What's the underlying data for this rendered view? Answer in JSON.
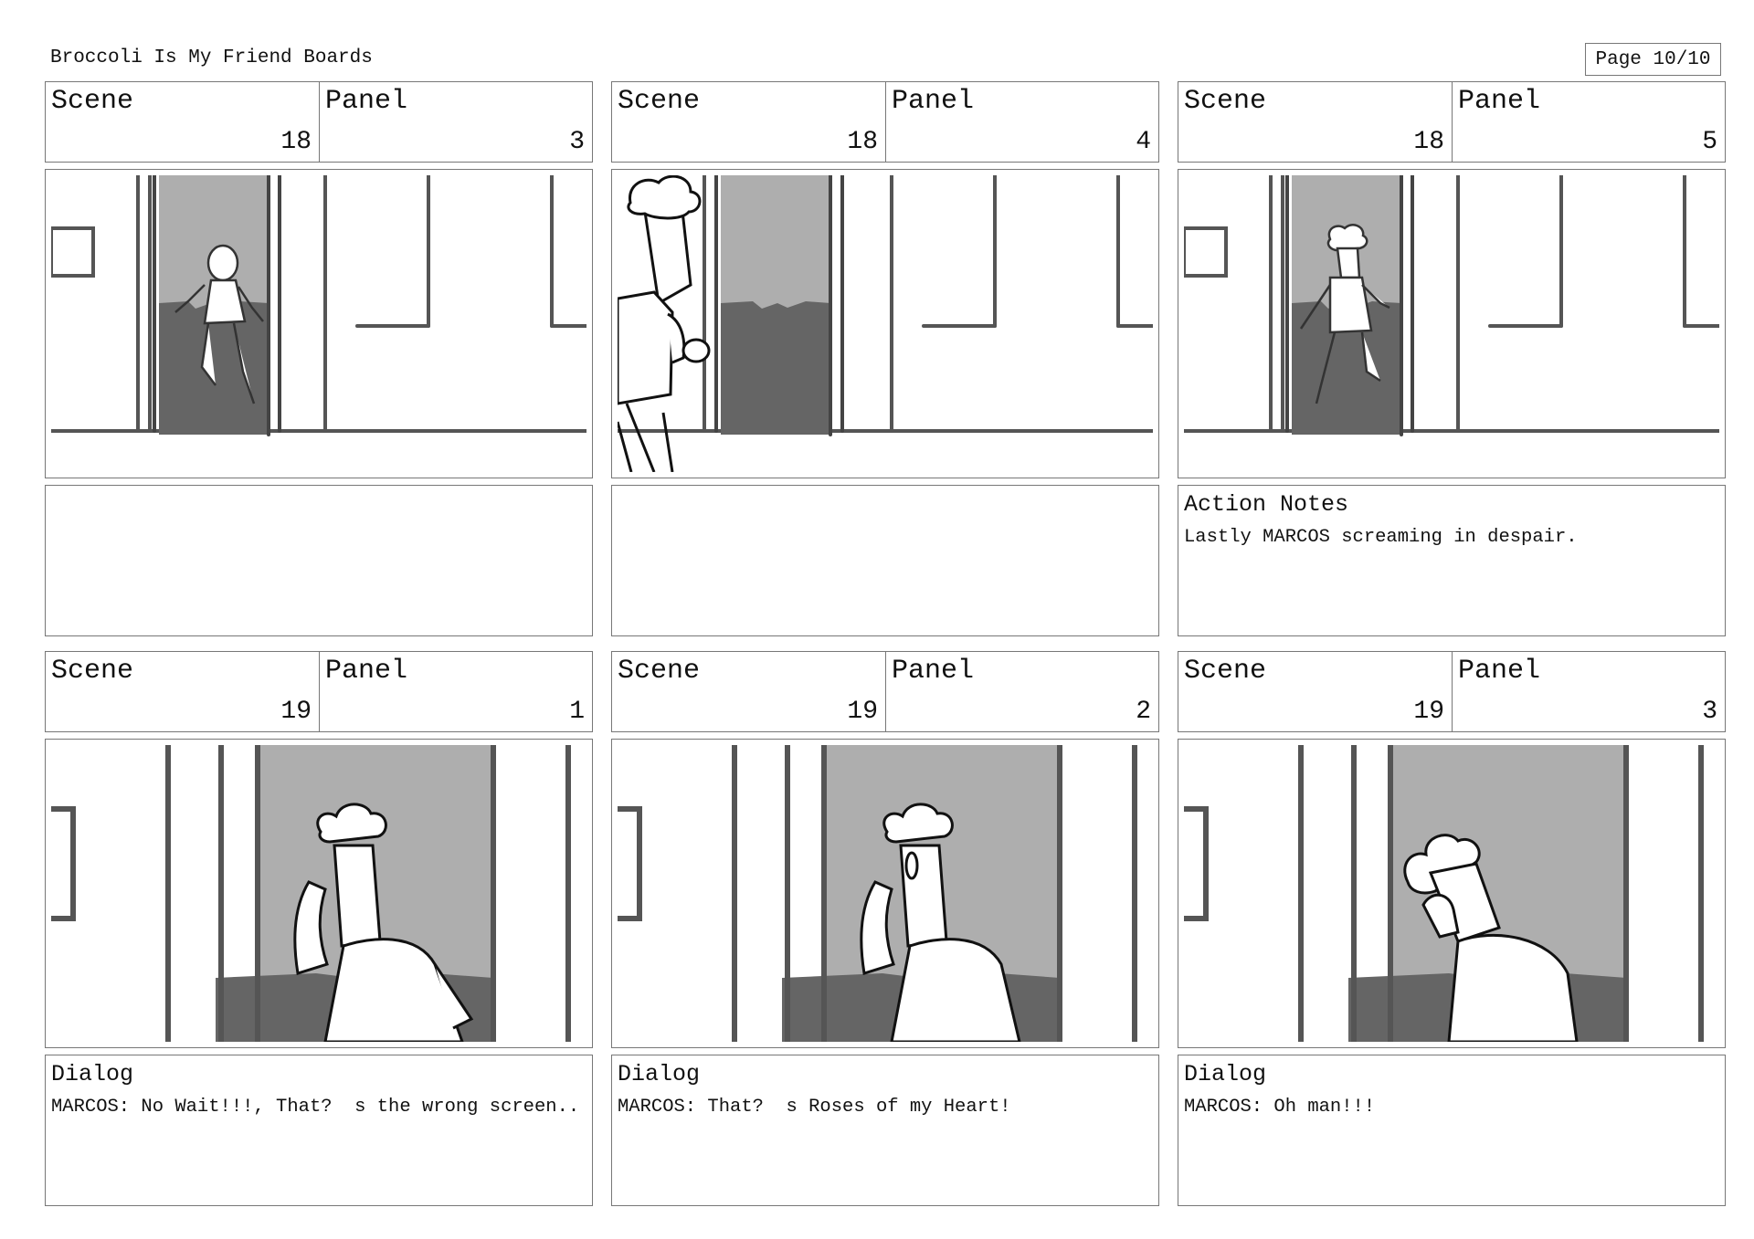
{
  "document": {
    "title": "Broccoli Is My Friend Boards",
    "page": "Page 10/10"
  },
  "labels": {
    "scene": "Scene",
    "panel": "Panel"
  },
  "panels": [
    {
      "scene": "18",
      "panel": "3",
      "notes_label": "",
      "notes_text": "",
      "drawing": "Character running through doorway toward dark room"
    },
    {
      "scene": "18",
      "panel": "4",
      "notes_label": "",
      "notes_text": "",
      "drawing": "Foreground character back view at doorway"
    },
    {
      "scene": "18",
      "panel": "5",
      "notes_label": "Action Notes",
      "notes_text": "Lastly MARCOS screaming in despair.",
      "drawing": "Character walking into doorway"
    },
    {
      "scene": "19",
      "panel": "1",
      "notes_label": "Dialog",
      "notes_text": "MARCOS: No Wait!!!, That?  s the wrong screen..",
      "drawing": "MARCOS shouting with raised hand"
    },
    {
      "scene": "19",
      "panel": "2",
      "notes_label": "Dialog",
      "notes_text": "MARCOS: That?  s Roses of my Heart!",
      "drawing": "MARCOS surprised with raised hand"
    },
    {
      "scene": "19",
      "panel": "3",
      "notes_label": "Dialog",
      "notes_text": "MARCOS: Oh man!!!",
      "drawing": "MARCOS holding head in despair"
    }
  ]
}
